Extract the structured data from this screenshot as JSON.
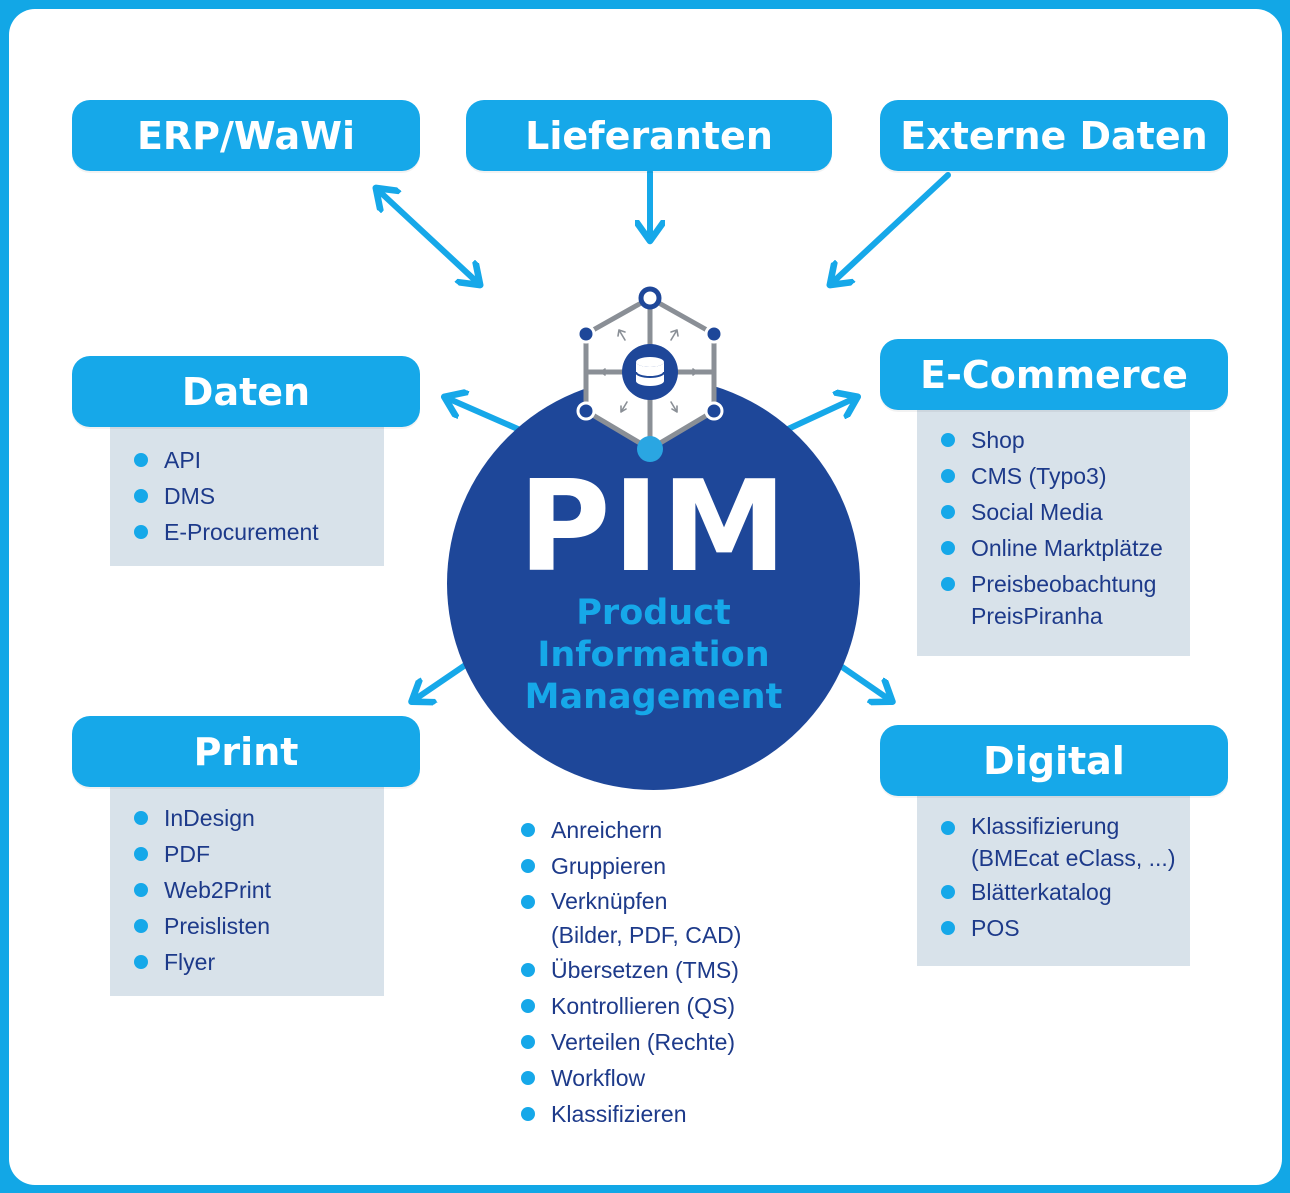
{
  "colors": {
    "frame": "#12a7e6",
    "accent": "#16a8e9",
    "navy": "#1e4799",
    "list_bg": "#d8e2ea",
    "text": "#1d3a8a"
  },
  "center": {
    "title": "PIM",
    "subtitle": [
      "Product",
      "Information",
      "Management"
    ],
    "icon": "database-network-icon",
    "functions": [
      "Anreichern",
      "Gruppieren",
      "Verknüpfen",
      "(Bilder, PDF, CAD)",
      "Übersetzen (TMS)",
      "Kontrollieren (QS)",
      "Verteilen (Rechte)",
      "Workflow",
      "Klassifizieren"
    ]
  },
  "sources": [
    {
      "label": "ERP/WaWi"
    },
    {
      "label": "Lieferanten"
    },
    {
      "label": "Externe Daten"
    }
  ],
  "outputs": {
    "daten": {
      "label": "Daten",
      "items": [
        "API",
        "DMS",
        "E-Procurement"
      ]
    },
    "ecommerce": {
      "label": "E-Commerce",
      "items": [
        "Shop",
        "CMS (Typo3)",
        "Social Media",
        "Online Marktplätze",
        "Preisbeobachtung",
        "PreisPiranha"
      ]
    },
    "print": {
      "label": "Print",
      "items": [
        "InDesign",
        "PDF",
        "Web2Print",
        "Preislisten",
        "Flyer"
      ]
    },
    "digital": {
      "label": "Digital",
      "items": [
        "Klassifizierung",
        "(BMEcat eClass, ...)",
        "Blätterkatalog",
        "POS"
      ]
    }
  }
}
